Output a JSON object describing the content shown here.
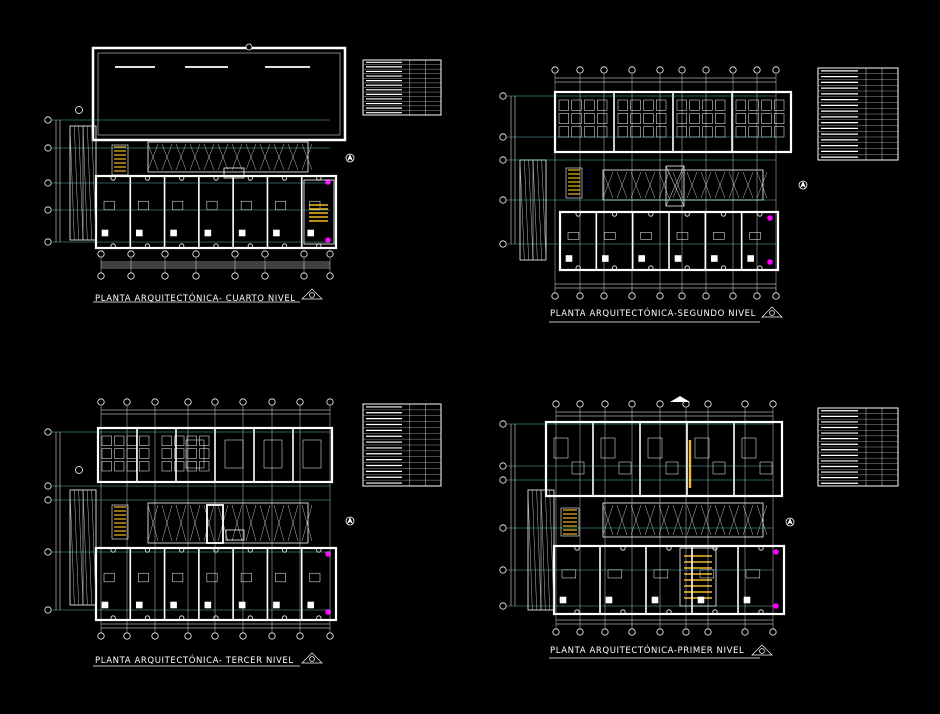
{
  "colors": {
    "background": "#000000",
    "wall": "#ffffff",
    "grid": "#ffffff",
    "cyan_axis": "#6fe3f0",
    "stair": "#f2b824",
    "magenta": "#ff00ff",
    "hatch": "#bdbdbd"
  },
  "plans": [
    {
      "id": "cuarto",
      "title": "PLANTA ARQUITECTÓNICA- CUARTO NIVEL"
    },
    {
      "id": "segundo",
      "title": "PLANTA ARQUITECTÓNICA-SEGUNDO NIVEL"
    },
    {
      "id": "tercer",
      "title": "PLANTA ARQUITECTÓNICA- TERCER NIVEL"
    },
    {
      "id": "primer",
      "title": "PLANTA ARQUITECTÓNICA-PRIMER NIVEL"
    }
  ]
}
